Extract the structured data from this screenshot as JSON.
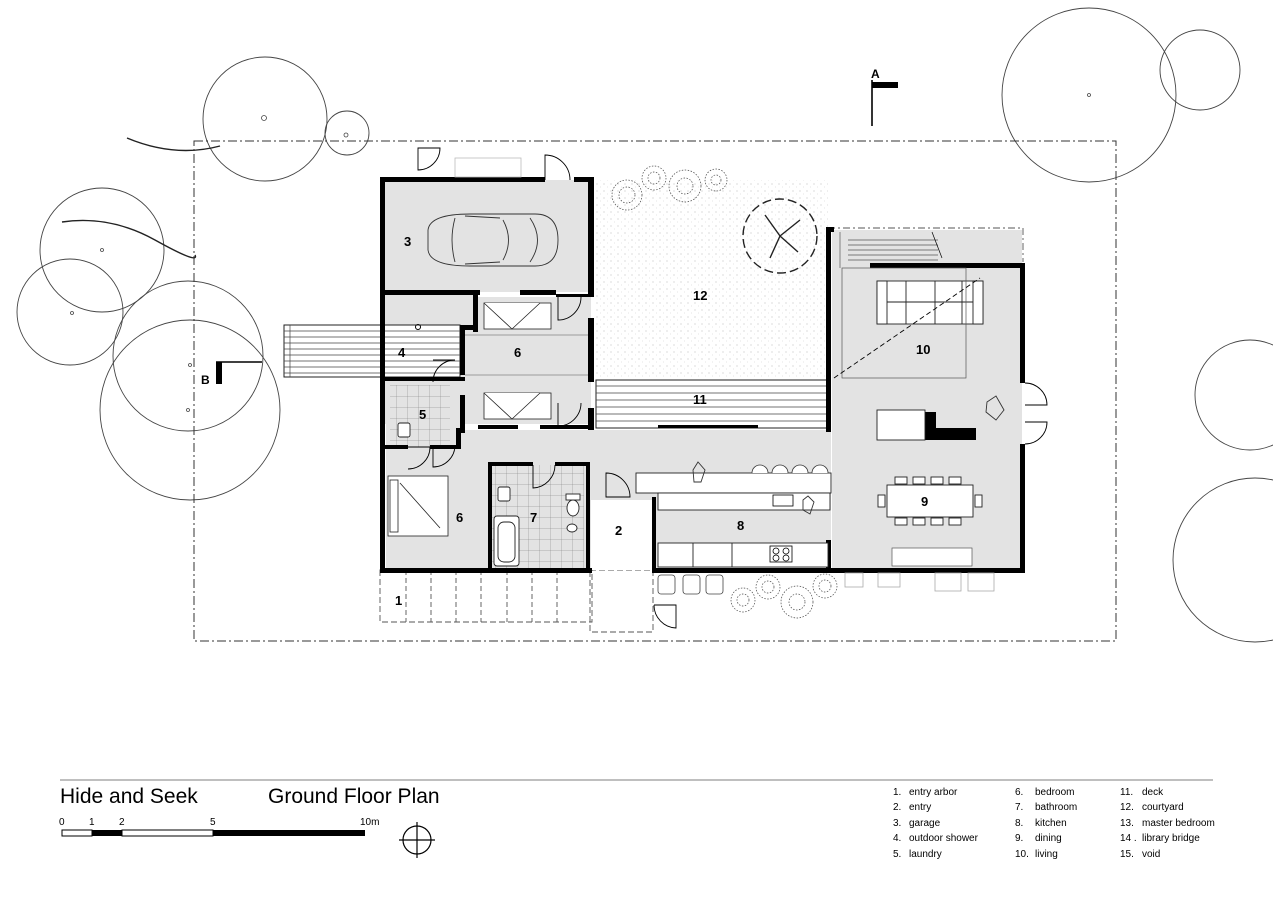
{
  "project_title": "Hide and Seek",
  "plan_title": "Ground Floor Plan",
  "section_marks": [
    "A",
    "B"
  ],
  "room_labels": [
    "1",
    "2",
    "3",
    "4",
    "5",
    "6",
    "6",
    "7",
    "8",
    "9",
    "10",
    "11",
    "12"
  ],
  "scale_bar": {
    "labels": [
      "0",
      "1",
      "2",
      "5",
      "10m"
    ]
  },
  "legend": [
    {
      "num": "1.",
      "label": "entry arbor"
    },
    {
      "num": "2.",
      "label": "entry"
    },
    {
      "num": "3.",
      "label": "garage"
    },
    {
      "num": "4.",
      "label": "outdoor shower"
    },
    {
      "num": "5.",
      "label": "laundry"
    },
    {
      "num": "6.",
      "label": "bedroom"
    },
    {
      "num": "7.",
      "label": "bathroom"
    },
    {
      "num": "8.",
      "label": "kitchen"
    },
    {
      "num": "9.",
      "label": "dining"
    },
    {
      "num": "10.",
      "label": "living"
    },
    {
      "num": "11.",
      "label": "deck"
    },
    {
      "num": "12.",
      "label": "courtyard"
    },
    {
      "num": "13.",
      "label": "master bedroom"
    },
    {
      "num": "14 .",
      "label": "library bridge"
    },
    {
      "num": "15.",
      "label": "void"
    }
  ],
  "colors": {
    "floor_fill": "#e3e3e3",
    "wall": "#000000",
    "line": "#333333"
  },
  "icons": [
    "north-compass-icon",
    "car-icon",
    "tree-icon",
    "shrub-icon",
    "bed-icon",
    "bathtub-icon",
    "toilet-icon",
    "sofa-icon",
    "dining-table-icon",
    "cooktop-icon",
    "door-swing-icon"
  ]
}
